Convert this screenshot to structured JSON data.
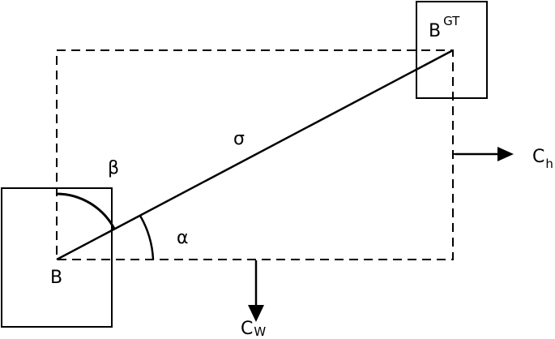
{
  "labels": {
    "b_gt_base": "B",
    "b_gt_sup": "GT",
    "b": "B",
    "sigma": "σ",
    "beta": "β",
    "alpha": "α",
    "ch_base": "C",
    "ch_sub": "h",
    "cw_base": "C",
    "cw_sub": "W"
  },
  "colors": {
    "stroke": "#000000",
    "background": "#ffffff"
  }
}
